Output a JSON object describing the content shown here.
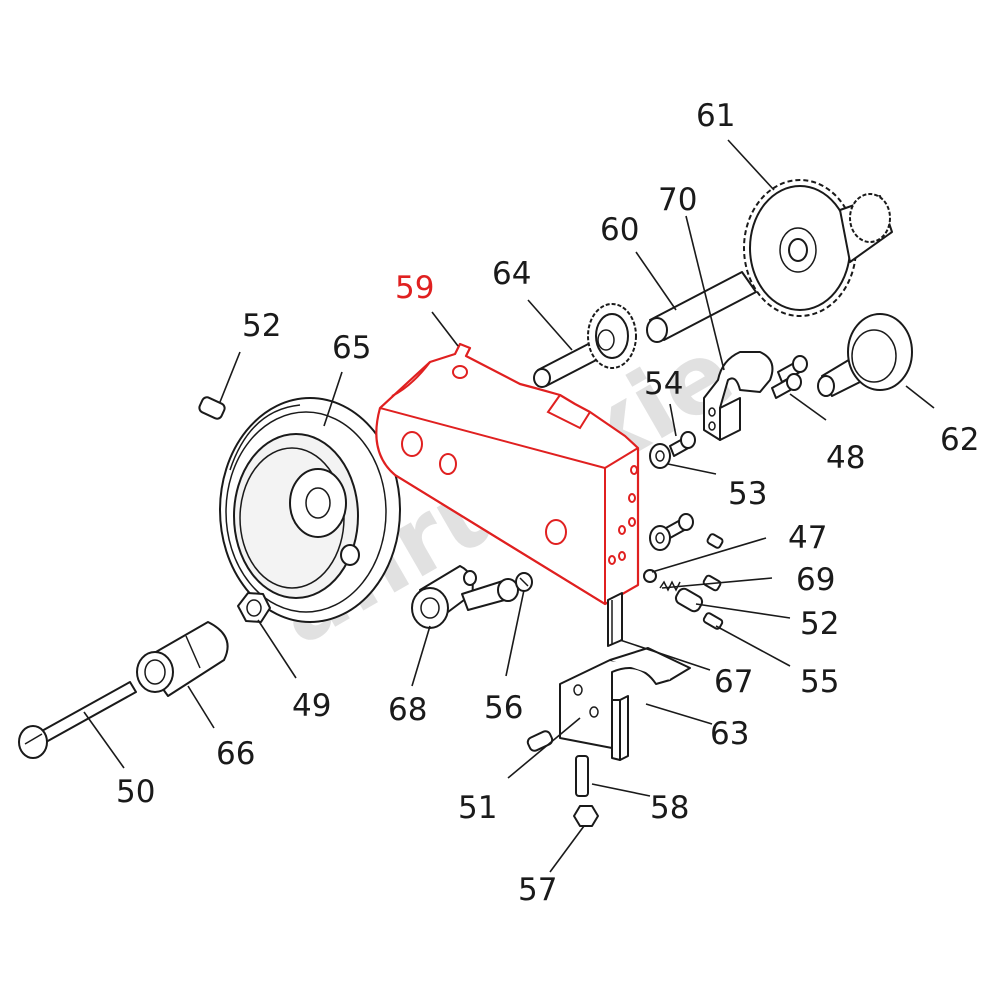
{
  "diagram": {
    "watermark": "anruijixie",
    "highlight_color": "#e02020",
    "line_color": "#1a1a1a",
    "background": "#ffffff",
    "highlighted_part": "59",
    "labels": [
      "59",
      "52",
      "65",
      "64",
      "60",
      "70",
      "61",
      "54",
      "48",
      "62",
      "53",
      "47",
      "69",
      "52",
      "55",
      "67",
      "63",
      "68",
      "56",
      "49",
      "66",
      "50",
      "51",
      "58",
      "57"
    ]
  }
}
